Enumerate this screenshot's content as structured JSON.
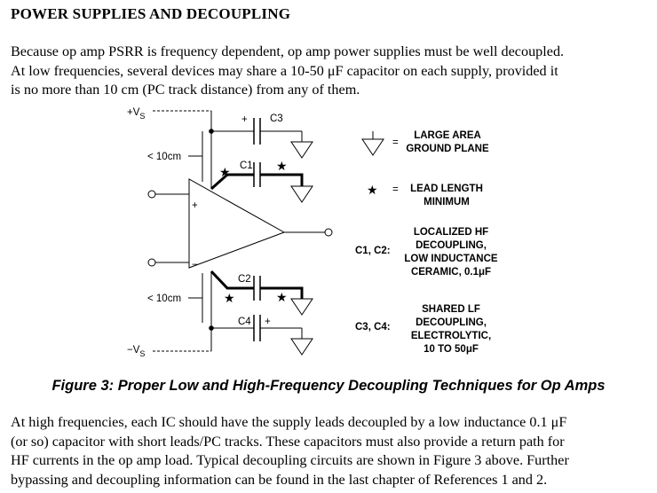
{
  "heading": "POWER SUPPLIES AND DECOUPLING",
  "para1": [
    "Because op amp PSRR is frequency dependent, op amp power supplies must be well decoupled.",
    "At low frequencies, several devices may share a 10-50 μF capacitor on each supply, provided it",
    "is no more than 10 cm (PC track distance) from any of them."
  ],
  "figure": {
    "vs_pos": "+V",
    "vs_neg": "−V",
    "vs_sub": "S",
    "dist_top": "< 10cm",
    "dist_bot": "< 10cm",
    "c1": "C1",
    "c2": "C2",
    "c3": "C3",
    "c4": "C4",
    "plus": "+",
    "minus": "−",
    "equals": "=",
    "legend_ground": [
      "LARGE AREA",
      "GROUND PLANE"
    ],
    "legend_lead": [
      "LEAD LENGTH",
      "MINIMUM"
    ],
    "legend_c12_key": "C1, C2:",
    "legend_c12": [
      "LOCALIZED HF",
      "DECOUPLING,",
      "LOW INDUCTANCE",
      "CERAMIC, 0.1μF"
    ],
    "legend_c34_key": "C3, C4:",
    "legend_c34": [
      "SHARED LF",
      "DECOUPLING,",
      "ELECTROLYTIC,",
      "10 TO 50μF"
    ]
  },
  "caption": "Figure 3: Proper Low and High-Frequency Decoupling Techniques for Op Amps",
  "para2": [
    "At high frequencies, each IC should have the supply leads decoupled by a low inductance 0.1 μF",
    "(or so) capacitor with short leads/PC tracks. These capacitors must also provide a return path for",
    "HF currents in the op amp load. Typical decoupling circuits are shown in Figure 3 above. Further",
    "bypassing and decoupling information can be found in the last chapter of References 1 and 2."
  ]
}
